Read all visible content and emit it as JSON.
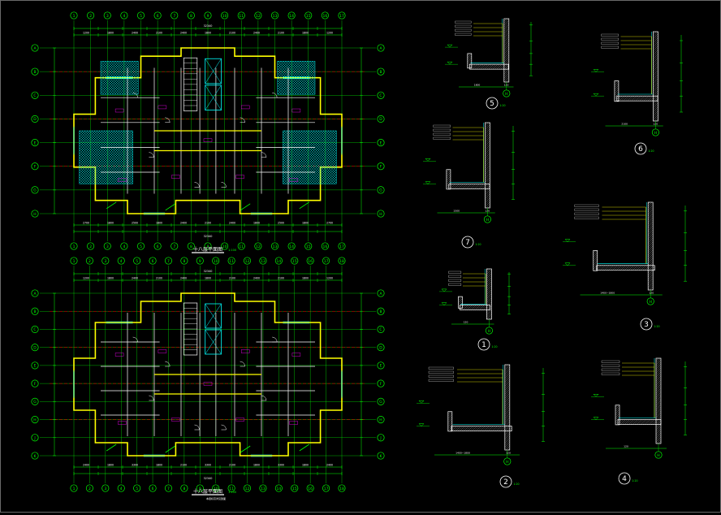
{
  "drawing": {
    "background": "#000000",
    "colors": {
      "axis": "#00ff00",
      "dim": "#00ff00",
      "wall": "#ffff00",
      "partition": "#ffffff",
      "hatch": "#00ffff",
      "grid_line": "#ff0000",
      "room_text": "#ff00ff",
      "stair": "#ffffff",
      "detail_wall": "#ffffff"
    }
  },
  "plans": [
    {
      "id": "plan-upper",
      "title": "十八层平面图",
      "scale": "1:100",
      "total_dim": "32340",
      "axis_labels_top": [
        "1",
        "2",
        "3",
        "4",
        "5",
        "6",
        "7",
        "8",
        "9",
        "10",
        "11",
        "12",
        "13",
        "14",
        "15",
        "16",
        "17"
      ],
      "axis_labels_left": [
        "A",
        "B",
        "C",
        "D",
        "E",
        "F",
        "G",
        "H"
      ],
      "dim_top": [
        "1200",
        "1800",
        "2400",
        "2100",
        "2400",
        "1800",
        "2100",
        "2400",
        "2100",
        "1800",
        "1200"
      ],
      "dim_bottom": [
        "2700",
        "1800",
        "2500",
        "1800",
        "2400",
        "2100",
        "2400",
        "1800",
        "2500",
        "1800",
        "2700"
      ]
    },
    {
      "id": "plan-lower",
      "title": "十八层平面图",
      "scale": "1:100",
      "total_dim": "32340",
      "note": "本层标高详见剖面",
      "axis_labels_top": [
        "1",
        "2",
        "3",
        "4",
        "5",
        "6",
        "7",
        "8",
        "9",
        "10",
        "11",
        "12",
        "13",
        "14",
        "15",
        "16",
        "17",
        "18"
      ],
      "axis_labels_left": [
        "A",
        "B",
        "C",
        "D",
        "E",
        "F",
        "G",
        "H",
        "J",
        "K"
      ],
      "dim_top": [
        "1200",
        "1800",
        "2400",
        "2100",
        "2400",
        "1800",
        "2100",
        "2400",
        "2100",
        "1800",
        "1200"
      ],
      "dim_bottom": [
        "2400",
        "1800",
        "3300",
        "1800",
        "2100",
        "3300",
        "2100",
        "1800",
        "3300",
        "1800",
        "2400"
      ]
    }
  ],
  "details": [
    {
      "id": "detail-5",
      "number": "5",
      "scale": "1:20",
      "dims": [
        "1800",
        "120"
      ]
    },
    {
      "id": "detail-6",
      "number": "6",
      "scale": "1:20",
      "dims": [
        "2100",
        "120"
      ]
    },
    {
      "id": "detail-7",
      "number": "7",
      "scale": "1:20",
      "dims": [
        "1500",
        "120"
      ]
    },
    {
      "id": "detail-3",
      "number": "3",
      "scale": "1:20",
      "dims": [
        "1400~1800",
        "120"
      ]
    },
    {
      "id": "detail-1",
      "number": "1",
      "scale": "1:20",
      "dims": [
        "120"
      ]
    },
    {
      "id": "detail-2",
      "number": "2",
      "scale": "1:20",
      "dims": [
        "1400~1800",
        "120"
      ]
    },
    {
      "id": "detail-4",
      "number": "4",
      "scale": "1:20",
      "dims": [
        "120"
      ]
    }
  ]
}
